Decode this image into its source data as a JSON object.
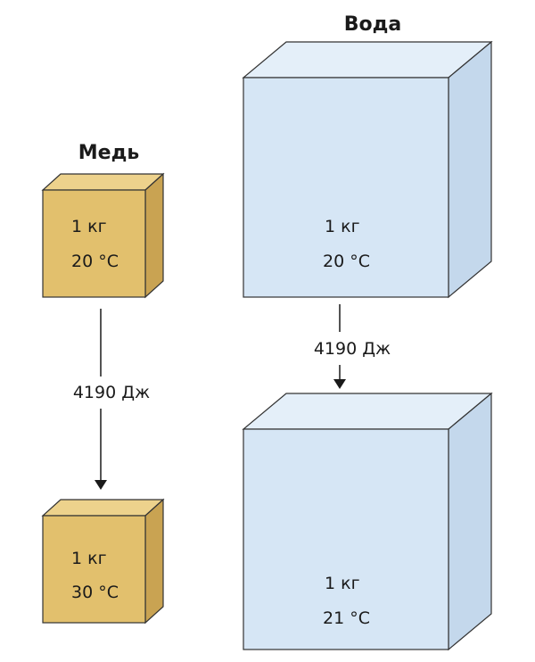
{
  "copper": {
    "title": "Медь",
    "top_cube": {
      "mass": "1 кг",
      "temperature": "20 °С"
    },
    "energy": "4190 Дж",
    "bottom_cube": {
      "mass": "1 кг",
      "temperature": "30 °С"
    }
  },
  "water": {
    "title": "Вода",
    "top_cube": {
      "mass": "1 кг",
      "temperature": "20 °С"
    },
    "energy": "4190 Дж",
    "bottom_cube": {
      "mass": "1 кг",
      "temperature": "21 °С"
    }
  },
  "colors": {
    "copper_front": "#e2c06d",
    "copper_top": "#edd28c",
    "copper_side": "#c9a352",
    "water_front": "#d6e6f5",
    "water_top": "#e4eff9",
    "water_side": "#c4d8ec",
    "outline": "#333333"
  }
}
